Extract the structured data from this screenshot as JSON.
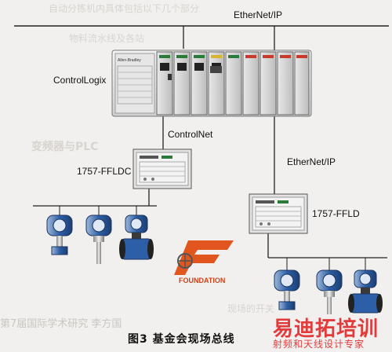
{
  "network": {
    "ethernet_top": "EtherNet/IP",
    "controllogix": "ControlLogix",
    "controlnet": "ControlNet",
    "ethernet_right": "EtherNet/IP",
    "fflinking_left": "1757-FFLDC",
    "fflinking_right": "1757-FFLD"
  },
  "logo": {
    "text": "FOUNDATION"
  },
  "caption": "图3   基金会现场总线",
  "background_text": {
    "line1": "自动分拣机内具体包括以下几个部分",
    "line2": "物料流水线及各站",
    "line3": "变频器与PLC",
    "line4": "现场的开关",
    "line5": "第7届国际学术研究    李方国"
  },
  "watermark": {
    "title": "易迪拓培训",
    "subtitle": "射频和天线设计专家"
  },
  "colors": {
    "ff_orange": "#e1551f",
    "device_blue": "#2d5fa8",
    "watermark_red": "#e23b3b"
  }
}
